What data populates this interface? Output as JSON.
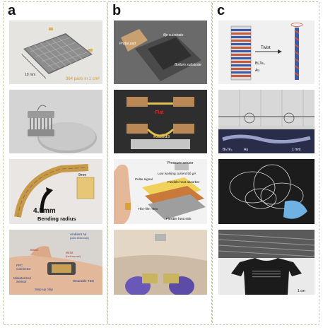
{
  "panels": {
    "a": {
      "label": "a",
      "p1": {
        "width_label": "10 mm",
        "pairs_label": "364 pairs in 1 cm²"
      },
      "p3": {
        "bend_label": "4.5mm",
        "bend_label2": "Bending radius",
        "scale_label": "9mm"
      },
      "p4": {
        "ambient": "Ambient Air",
        "ambient_sub": "(cold reservoir)",
        "band": "Band",
        "wrist": "Wrist",
        "wrist_sub": "(hot source)",
        "fpc": "FPC",
        "fpc2": "connector",
        "sensor": "Miniaturized",
        "sensor2": "Sensor",
        "wearable": "Wearable TEG",
        "stepup": "Step-up chip"
      }
    },
    "b": {
      "label": "b",
      "p1": {
        "probe_pad": "Probe pad",
        "flip": "flip substrate",
        "bottom": "Bottom substrate"
      },
      "p2": {
        "flat": "Flat",
        "radius": "Radius"
      },
      "p3": {
        "pressure": "Pressure sensor",
        "low_current": "Low working current 50 μA",
        "pulse": "Pulse signal",
        "absorber": "Flexible heat absorber",
        "teg": "Thin-film TEG",
        "sink": "Flexible heat sink"
      }
    },
    "c": {
      "label": "c",
      "p1": {
        "twist": "Twist",
        "bi2te3": "Bi₂Te₃",
        "au": "Au"
      },
      "p2": {
        "bi2te3": "Bi₂Te₃",
        "au": "Au",
        "scale": "1 mm"
      },
      "p4": {
        "scale": "1 cm"
      }
    }
  }
}
